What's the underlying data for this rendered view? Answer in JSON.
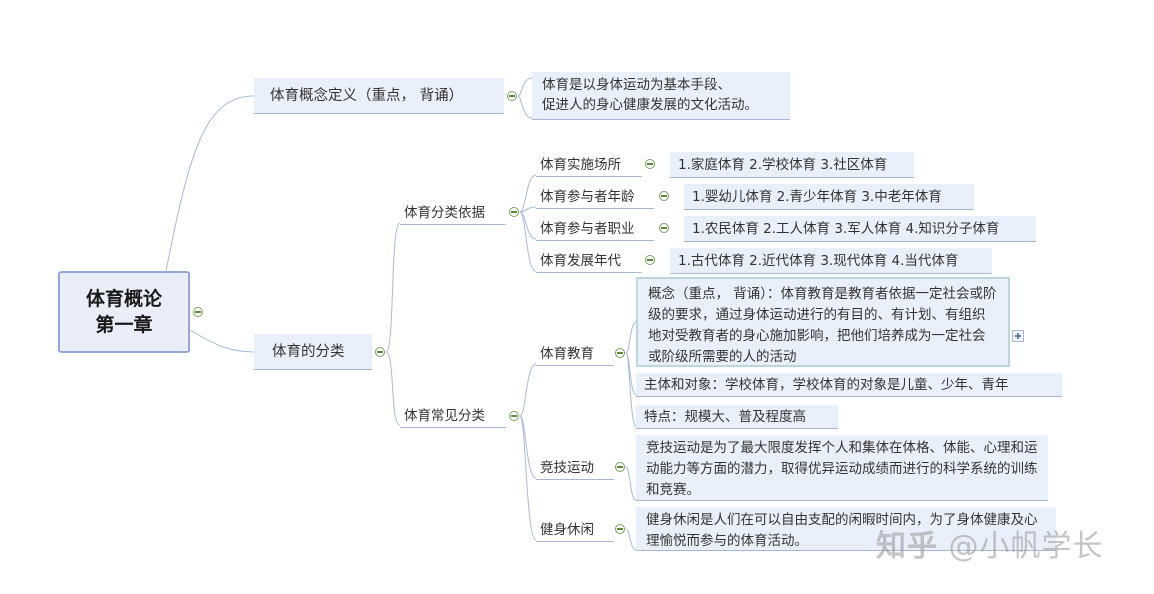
{
  "root": {
    "line1": "体育概论",
    "line2": "第一章"
  },
  "definition": {
    "label": "体育概念定义（重点， 背诵）",
    "text_line1": "体育是以身体运动为基本手段、",
    "text_line2": "促进人的身心健康发展的文化活动。"
  },
  "classification": {
    "label": "体育的分类",
    "basis": {
      "label": "体育分类依据",
      "items": [
        {
          "label": "体育实施场所",
          "value": "1.家庭体育 2.学校体育 3.社区体育"
        },
        {
          "label": "体育参与者年龄",
          "value": "1.婴幼儿体育 2.青少年体育 3.中老年体育"
        },
        {
          "label": "体育参与者职业",
          "value": "1.农民体育 2.工人体育 3.军人体育 4.知识分子体育"
        },
        {
          "label": "体育发展年代",
          "value": "1.古代体育 2.近代体育 3.现代体育 4.当代体育"
        }
      ]
    },
    "common": {
      "label": "体育常见分类",
      "pe": {
        "label": "体育教育",
        "concept": "概念（重点， 背诵）：体育教育是教育者依据一定社会或阶级的要求，通过身体运动进行的有目的、有计划、有组织地对受教育者的身心施加影响，把他们培养成为一定社会或阶级所需要的人的活动",
        "subject": "主体和对象：学校体育，学校体育的对象是儿童、少年、青年",
        "features": "特点：规模大、普及程度高"
      },
      "sport": {
        "label": "竞技运动",
        "text": "竞技运动是为了最大限度发挥个人和集体在体格、体能、心理和运动能力等方面的潜力，取得优异运动成绩而进行的科学系统的训练和竞赛。"
      },
      "leisure": {
        "label": "健身休闲",
        "text": "健身休闲是人们在可以自由支配的闲暇时间内，为了身体健康及心理愉悦而参与的体育活动。"
      }
    }
  },
  "watermark": {
    "logo": "知乎",
    "handle": "@小帆学长"
  },
  "colors": {
    "line": "#a8b9dd",
    "node_fill": "#eaf0fb",
    "root_border": "#93a9dc",
    "toggle": "#5a8c3c"
  }
}
